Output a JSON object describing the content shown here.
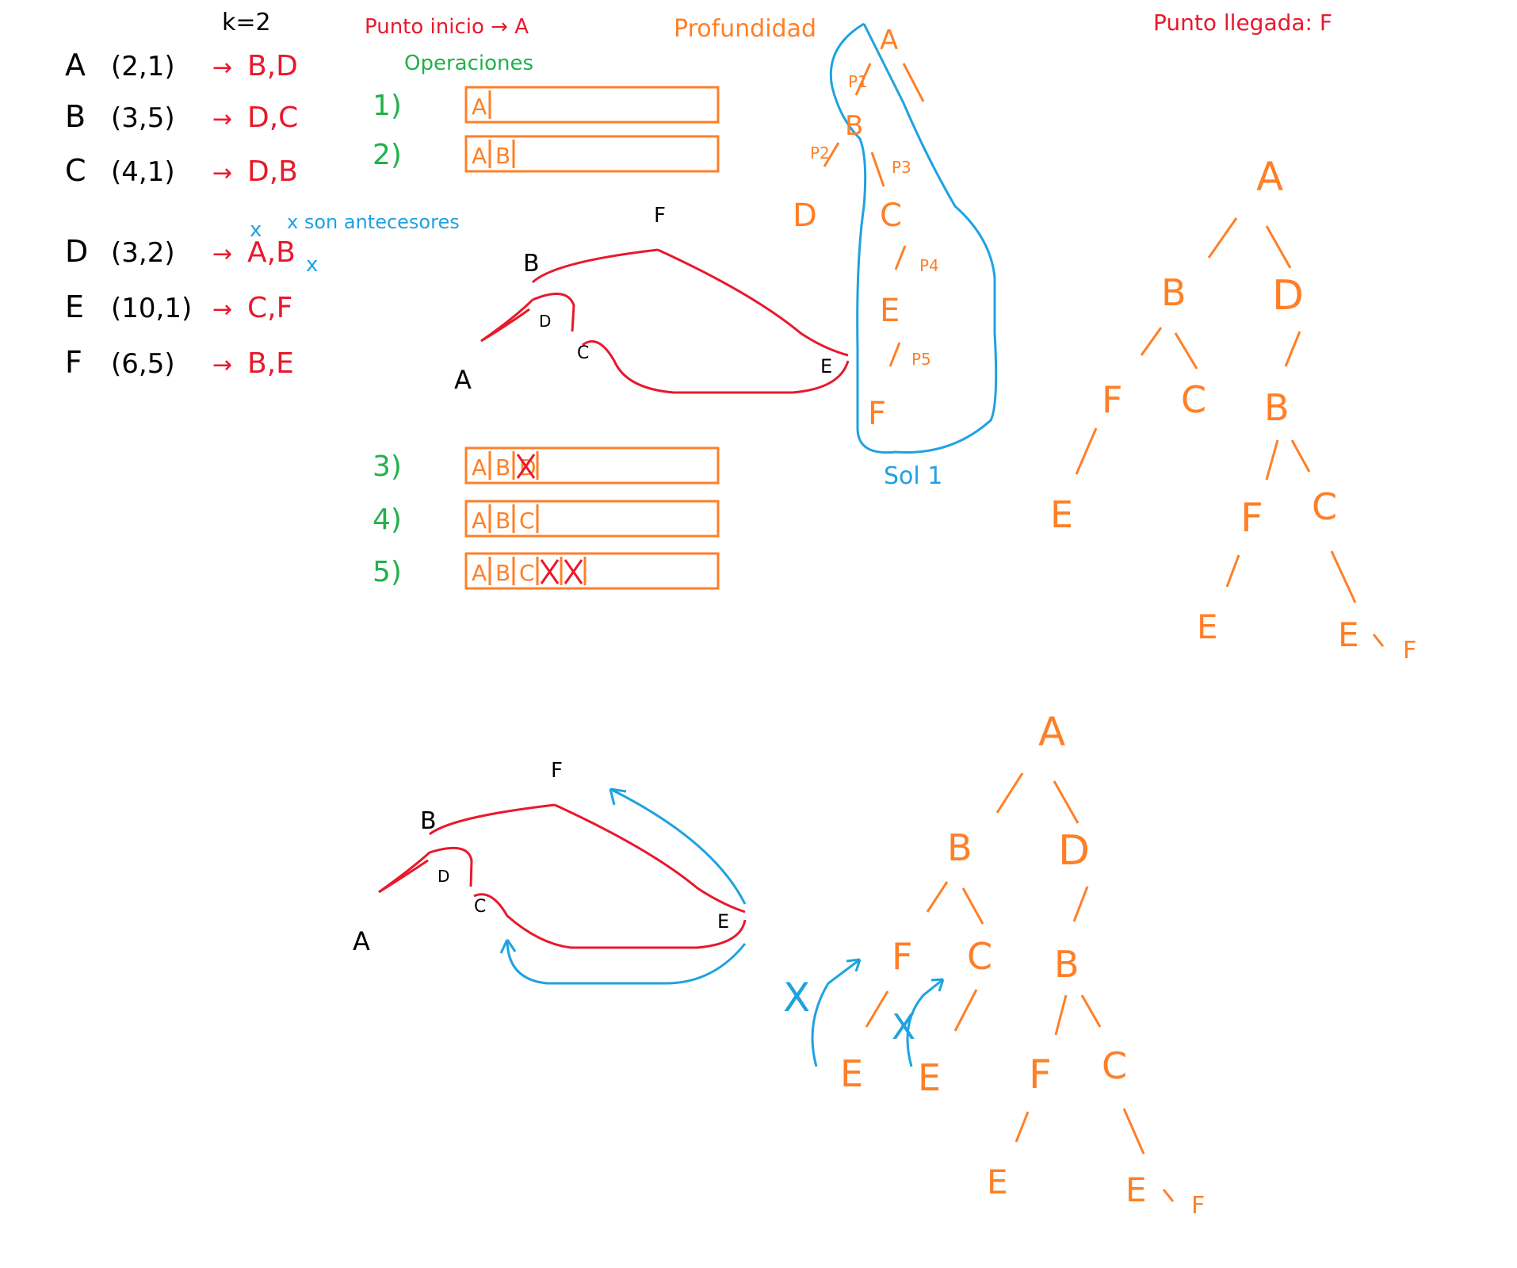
{
  "colors": {
    "black": "#000000",
    "red": "#e8192c",
    "orange": "#ff7f27",
    "green": "#22b14c",
    "blue": "#1fa2e0"
  },
  "header": {
    "k": "k=2",
    "start": "Punto inicio → A",
    "operations": "Operaciones",
    "depth": "Profundidad",
    "goal": "Punto llegada: F",
    "ancestors_note": "x son antecesores",
    "ancestors_mark": "x",
    "sol_label": "Sol 1"
  },
  "nodes_table": [
    {
      "name": "A",
      "coords": "(2,1)",
      "arrow": "→",
      "succ": "B,D",
      "mark": ""
    },
    {
      "name": "B",
      "coords": "(3,5)",
      "arrow": "→",
      "succ": "D,C",
      "mark": ""
    },
    {
      "name": "C",
      "coords": "(4,1)",
      "arrow": "→",
      "succ": "D,B",
      "mark": ""
    },
    {
      "name": "D",
      "coords": "(3,2)",
      "arrow": "→",
      "succ": "A,B",
      "mark": "x"
    },
    {
      "name": "E",
      "coords": "(10,1)",
      "arrow": "→",
      "succ": "C,F",
      "mark": ""
    },
    {
      "name": "F",
      "coords": "(6,5)",
      "arrow": "→",
      "succ": "B,E",
      "mark": ""
    }
  ],
  "operations": [
    {
      "num": "1)",
      "cells": [
        "A"
      ],
      "crossed": []
    },
    {
      "num": "2)",
      "cells": [
        "A",
        "B"
      ],
      "crossed": []
    },
    {
      "num": "3)",
      "cells": [
        "A",
        "B",
        "D"
      ],
      "crossed": [
        2
      ]
    },
    {
      "num": "4)",
      "cells": [
        "A",
        "B",
        "C"
      ],
      "crossed": []
    },
    {
      "num": "5)",
      "cells": [
        "A",
        "B",
        "C",
        "X",
        "X"
      ],
      "crossed": [
        3,
        4
      ]
    }
  ],
  "graph_labels": {
    "A": "A",
    "B": "B",
    "C": "C",
    "D": "D",
    "E": "E",
    "F": "F"
  },
  "depth_tree": {
    "nodes": [
      "A",
      "B",
      "D",
      "C",
      "E",
      "F"
    ],
    "edge_labels": [
      "P1",
      "P2",
      "P3",
      "P4",
      "P5"
    ]
  },
  "search_tree": {
    "nodes": [
      "A",
      "B",
      "D",
      "F",
      "C",
      "B",
      "E",
      "F",
      "C",
      "E",
      "E",
      "F"
    ]
  },
  "search_tree_bottom": {
    "nodes": [
      "A",
      "B",
      "D",
      "F",
      "C",
      "B",
      "E",
      "E",
      "F",
      "C",
      "E",
      "E",
      "F"
    ],
    "marks": [
      "X",
      "X"
    ]
  }
}
